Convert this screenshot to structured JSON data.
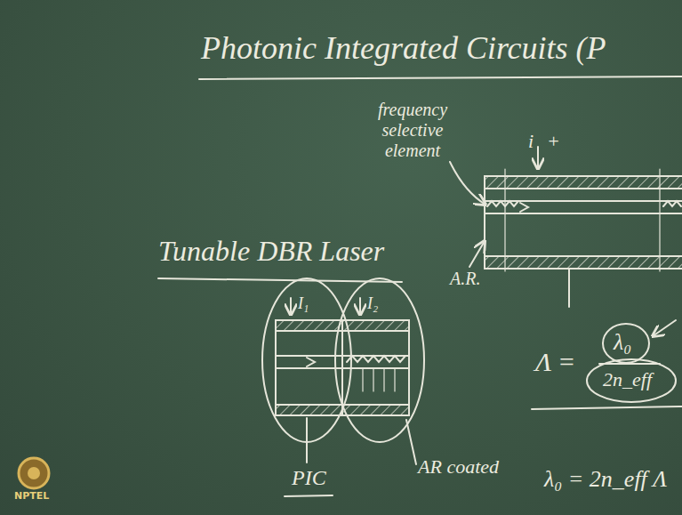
{
  "diagram": {
    "title": "Photonic Integrated Circuits (P",
    "labels": [
      "frequency selective element",
      "i",
      "+",
      "A.R.",
      "Tunable DBR Laser",
      "I₁",
      "I₂",
      "AR coated",
      "PIC",
      "Λ =",
      "λ₀",
      "2n_eff",
      "λ₀ = 2n_eff Λ",
      "NPTEL"
    ]
  }
}
